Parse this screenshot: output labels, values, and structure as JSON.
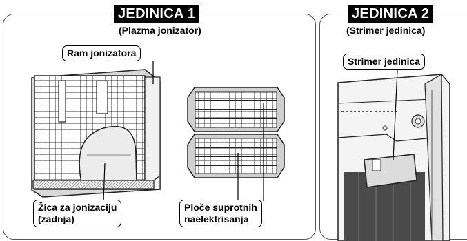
{
  "unit1": {
    "title": "JEDINICA 1",
    "subtitle": "(Plazma jonizator)",
    "labels": {
      "frame": "Ram jonizatora",
      "wire_line1": "Žica za jonizaciju",
      "wire_line2": "(zadnja)",
      "plates_line1": "Ploče suprotnih",
      "plates_line2": "naelektrisanja"
    }
  },
  "unit2": {
    "title": "JEDINICA 2",
    "subtitle": "(Strimer jedinica)",
    "labels": {
      "streamer": "Strimer jedinica"
    }
  }
}
